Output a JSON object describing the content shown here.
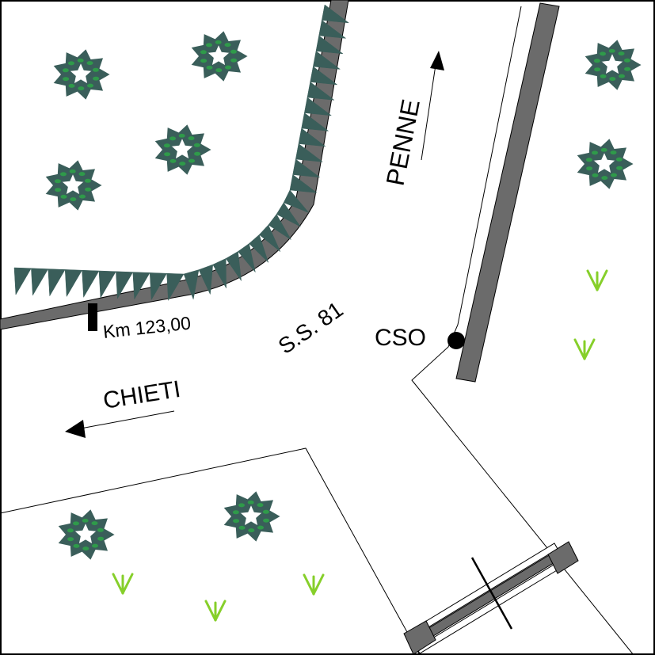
{
  "map": {
    "labels": {
      "penne": "PENNE",
      "chieti": "CHIETI",
      "road": "S.S. 81",
      "km": "Km 123,00",
      "cso": "CSO"
    },
    "colors": {
      "road_edge": "#6b6b6b",
      "tree_dark": "#3a5e5a",
      "tree_light": "#2f9a4a",
      "grass": "#86cf2a",
      "line": "#000000",
      "border": "#000000"
    }
  }
}
